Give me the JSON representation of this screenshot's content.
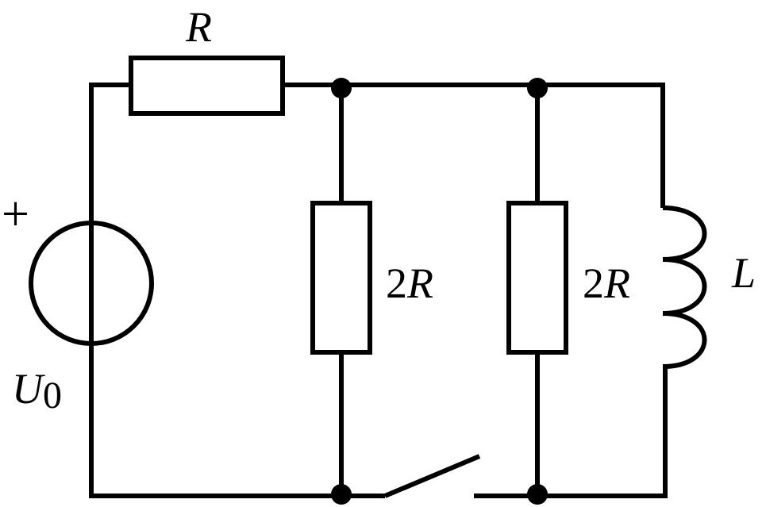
{
  "diagram": {
    "labels": {
      "series_resistor": "R",
      "branch1_resistor_coef": "2",
      "branch1_resistor_sym": "R",
      "branch2_resistor_coef": "2",
      "branch2_resistor_sym": "R",
      "inductor": "L",
      "source_plus": "+",
      "source_symbol": "U",
      "source_subscript": "0"
    }
  }
}
